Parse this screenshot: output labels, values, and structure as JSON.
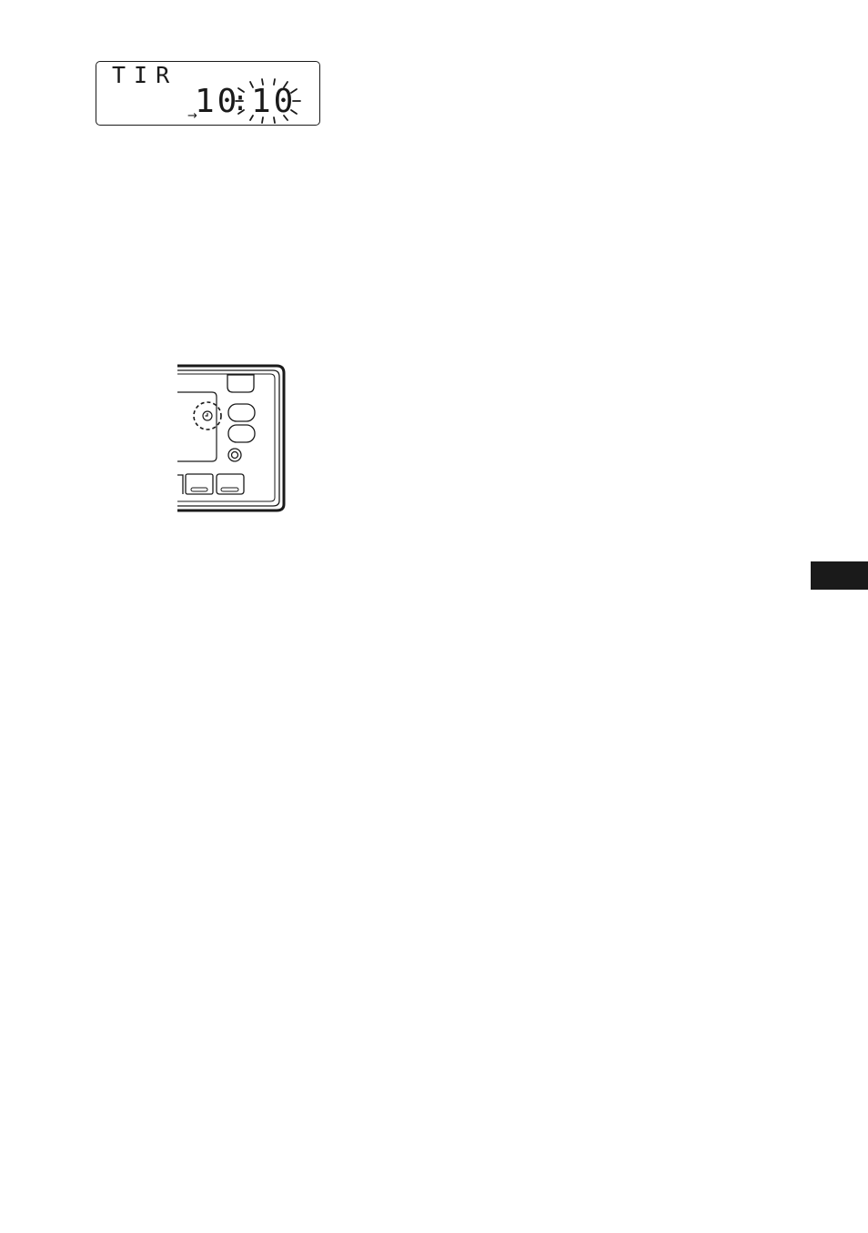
{
  "display": {
    "label": "TIR",
    "hours": "10",
    "colon": ":",
    "minutes": "10",
    "arrow": "→",
    "blinking_part": "minutes"
  },
  "panel": {
    "clock_button_icon": "clock-icon",
    "highlighted": "clock-button"
  },
  "colors": {
    "ink": "#1a1a1a",
    "background": "#ffffff"
  }
}
